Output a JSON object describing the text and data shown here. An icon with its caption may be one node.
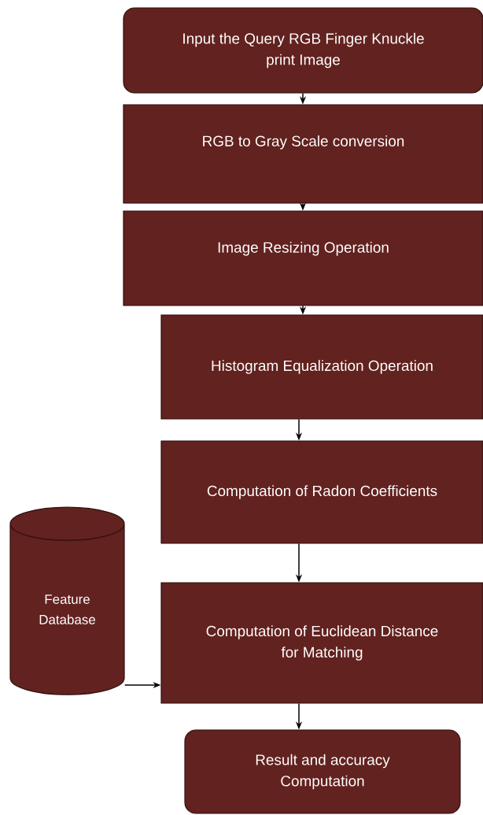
{
  "diagram": {
    "nodes": [
      {
        "text": [
          "Input the Query RGB Finger Knuckle print Image"
        ]
      },
      {
        "text": [
          "RGB to Gray Scale conversion"
        ]
      },
      {
        "text": [
          "Image Resizing Operation"
        ]
      },
      {
        "text": [
          "Histogram Equalization Operation"
        ]
      },
      {
        "text": [
          "Computation of Radon Coefficients"
        ]
      },
      {
        "text": [
          "Feature Database"
        ]
      },
      {
        "text": [
          "Computation of Euclidean Distance for Matching"
        ]
      },
      {
        "text": [
          "Result and accuracy Computation"
        ]
      }
    ],
    "edges": [
      {
        "from": 0,
        "to": 1,
        "arrow": "to"
      },
      {
        "from": 1,
        "to": 2,
        "arrow": "to"
      },
      {
        "from": 2,
        "to": 3,
        "arrow": "to"
      },
      {
        "from": 3,
        "to": 4,
        "arrow": "to"
      },
      {
        "from": 4,
        "to": 6,
        "arrow": "to"
      },
      {
        "from": 5,
        "to": 6,
        "arrow": "to"
      },
      {
        "from": 6,
        "to": 7,
        "arrow": "to"
      }
    ]
  }
}
